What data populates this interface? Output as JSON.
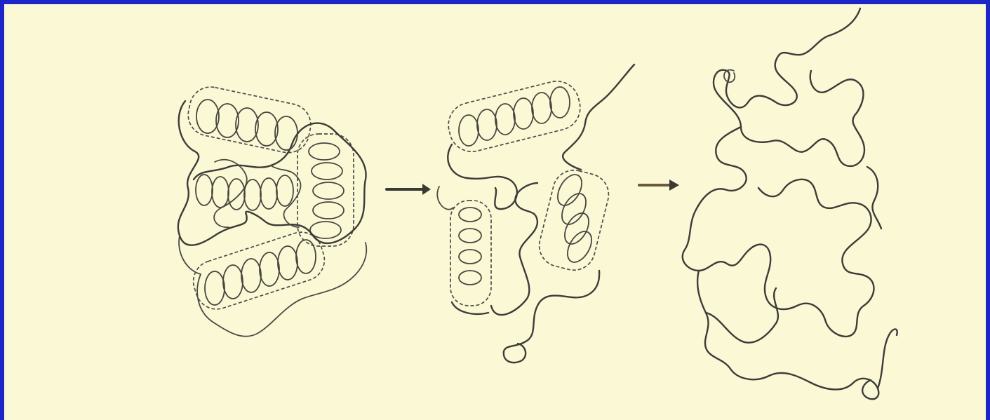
{
  "figure": {
    "colors": {
      "background": "#fbf8d6",
      "frame": "#1b25c8",
      "line": "#3c3c38",
      "arrow_right": "#3a3a35"
    },
    "stages": [
      {
        "id": "native",
        "state": "compact helices"
      },
      {
        "id": "intermediate",
        "state": "partly unfolded"
      },
      {
        "id": "unfolded",
        "state": "random coil"
      }
    ]
  }
}
